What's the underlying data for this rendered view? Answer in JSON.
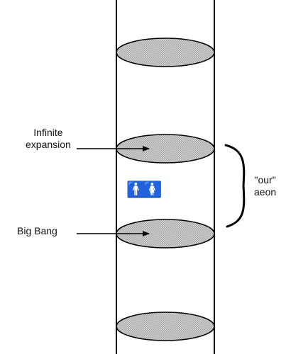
{
  "labels": {
    "infinite_expansion_line1": "Infinite",
    "infinite_expansion_line2": "expansion",
    "big_bang": "Big Bang",
    "aeon_line1": "\"our\"",
    "aeon_line2": "aeon"
  },
  "icons": {
    "man": "man-icon",
    "woman": "woman-icon"
  },
  "colors": {
    "line": "#000000",
    "disk_fill": "#c8c8c8"
  }
}
